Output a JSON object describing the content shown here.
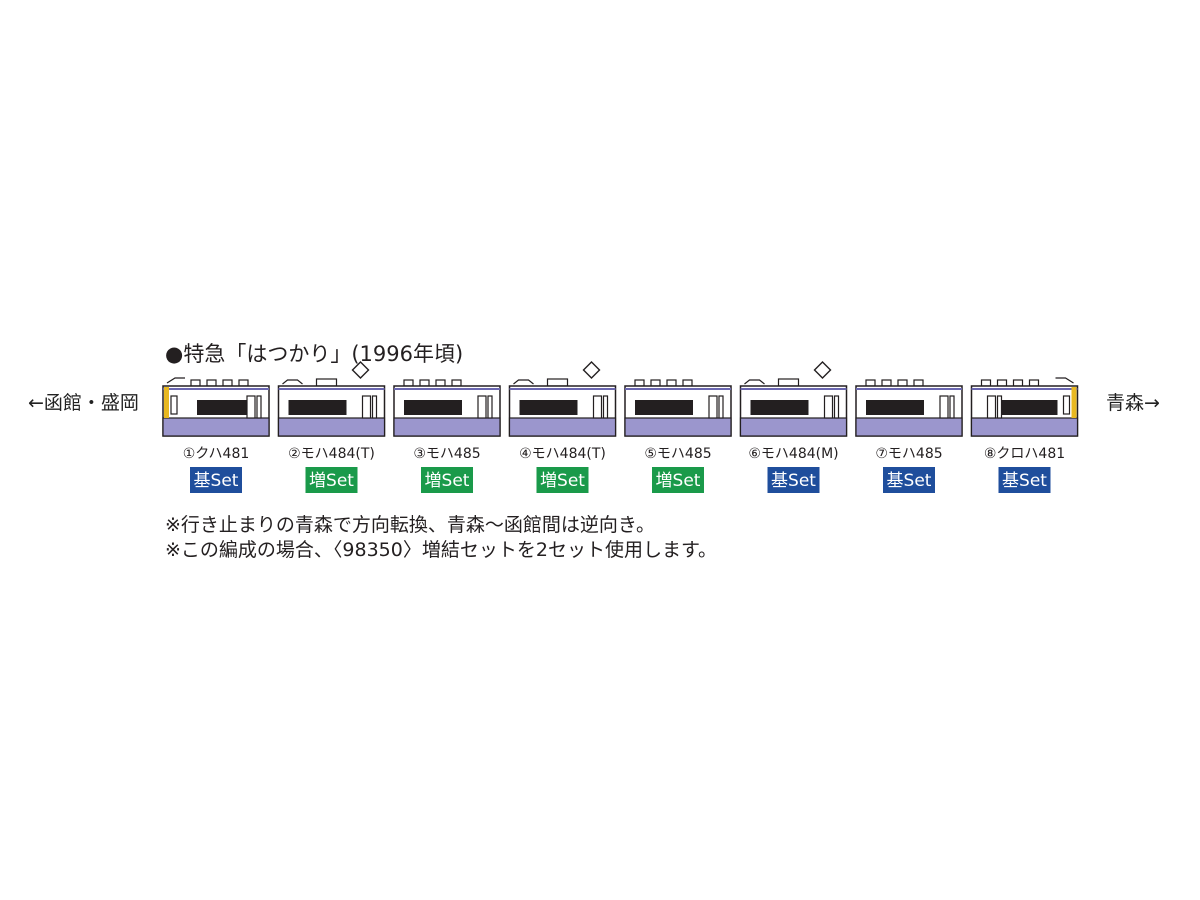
{
  "title": "●特急「はつかり」(1996年頃)",
  "direction_left": "←函館・盛岡",
  "direction_right": "青森→",
  "colors": {
    "body": "#ffffff",
    "lower_band": "#9b96cd",
    "window": "#231f20",
    "roof_line": "#6b67b0",
    "outline": "#231f20",
    "cab_accent": "#e8b821",
    "set_base": "#1f4e9c",
    "set_add": "#1a9a4a",
    "badge_text": "#ffffff"
  },
  "cars": [
    {
      "label": "①クハ481",
      "set": "基Set",
      "set_kind": "base",
      "type": "cab-left",
      "pantograph": false
    },
    {
      "label": "②モハ484(T)",
      "set": "増Set",
      "set_kind": "add",
      "type": "motor-panto",
      "pantograph": true
    },
    {
      "label": "③モハ485",
      "set": "増Set",
      "set_kind": "add",
      "type": "motor",
      "pantograph": false
    },
    {
      "label": "④モハ484(T)",
      "set": "増Set",
      "set_kind": "add",
      "type": "motor-panto",
      "pantograph": true
    },
    {
      "label": "⑤モハ485",
      "set": "増Set",
      "set_kind": "add",
      "type": "motor",
      "pantograph": false
    },
    {
      "label": "⑥モハ484(M)",
      "set": "基Set",
      "set_kind": "base",
      "type": "motor-panto",
      "pantograph": true
    },
    {
      "label": "⑦モハ485",
      "set": "基Set",
      "set_kind": "base",
      "type": "motor",
      "pantograph": false
    },
    {
      "label": "⑧クロハ481",
      "set": "基Set",
      "set_kind": "base",
      "type": "cab-right",
      "pantograph": false
    }
  ],
  "notes": [
    "※行き止まりの青森で方向転換、青森〜函館間は逆向き。",
    "※この編成の場合、〈98350〉増結セットを2セット使用します。"
  ]
}
